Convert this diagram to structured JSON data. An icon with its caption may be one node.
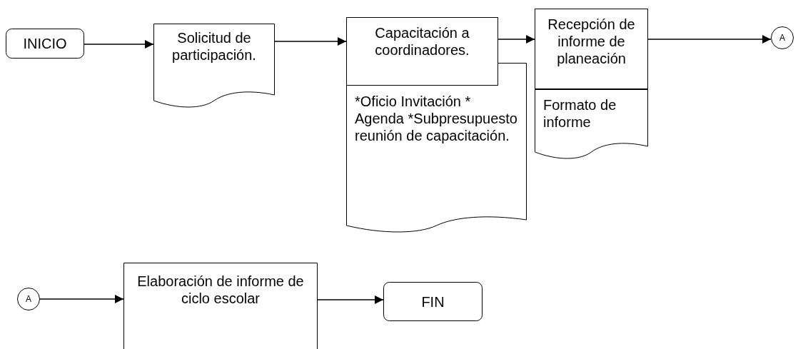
{
  "diagram": {
    "nodes": [
      {
        "text": [
          "INICIO"
        ]
      },
      {
        "text": [
          "Solicitud de participación."
        ]
      },
      {
        "text": [
          "Capacitación a coordinadores."
        ]
      },
      {
        "text": [
          "*Oficio Invitación * Agenda *Subpresupuesto reunión de capacitación."
        ]
      },
      {
        "text": [
          "Recepción de informe de planeación"
        ]
      },
      {
        "text": [
          "Formato de informe"
        ]
      },
      {
        "text": [
          "A"
        ]
      },
      {
        "text": [
          "A"
        ]
      },
      {
        "text": [
          "Elaboración de informe de ciclo escolar"
        ]
      },
      {
        "text": [
          "FIN"
        ]
      }
    ],
    "edges": [
      {
        "from": 0,
        "to": 1,
        "arrow": "to"
      },
      {
        "from": 1,
        "to": 2,
        "arrow": "to"
      },
      {
        "from": 2,
        "to": 4,
        "arrow": "to"
      },
      {
        "from": 4,
        "to": 6,
        "arrow": "to"
      },
      {
        "from": 7,
        "to": 8,
        "arrow": "to"
      },
      {
        "from": 8,
        "to": 9,
        "arrow": "to"
      }
    ]
  }
}
